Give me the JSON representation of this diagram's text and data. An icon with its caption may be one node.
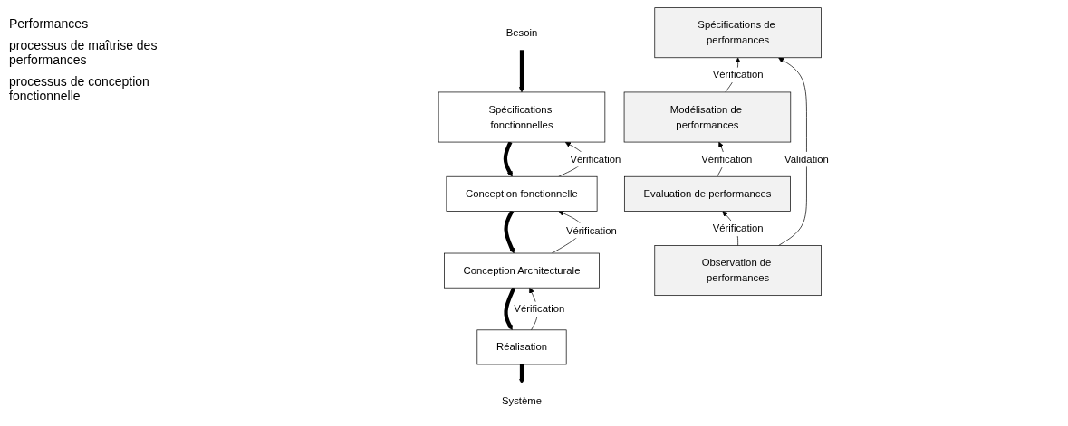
{
  "diagram": {
    "nodes": [
      {
        "text": [
          "Spécifications fonctionnelles"
        ]
      },
      {
        "text": [
          "Spécifications de performances"
        ]
      },
      {
        "text": [
          "Conception fonctionnelle"
        ]
      },
      {
        "text": [
          "Modélisation de performances"
        ]
      },
      {
        "text": [
          "Conception Architecturale"
        ]
      },
      {
        "text": [
          "Evaluation de performances"
        ]
      },
      {
        "text": [
          "Réalisation"
        ]
      },
      {
        "text": [
          "Observation de performances"
        ]
      },
      {
        "text": [
          "Besoin"
        ]
      },
      {
        "text": [
          "Système"
        ]
      }
    ],
    "edges": [
      {
        "from": 8,
        "to": 0,
        "arrow": "to",
        "style": "thick"
      },
      {
        "from": 0,
        "to": 2,
        "arrow": "to",
        "style": "thick"
      },
      {
        "from": 2,
        "to": 4,
        "arrow": "to",
        "style": "thick"
      },
      {
        "from": 4,
        "to": 6,
        "arrow": "to",
        "style": "thick"
      },
      {
        "from": 6,
        "to": 9,
        "arrow": "to",
        "style": "thick"
      },
      {
        "from": 2,
        "to": 0,
        "arrow": "to",
        "label": "Vérification"
      },
      {
        "from": 4,
        "to": 2,
        "arrow": "to",
        "label": "Vérification"
      },
      {
        "from": 6,
        "to": 4,
        "arrow": "to",
        "label": "Vérification"
      },
      {
        "from": 3,
        "to": 1,
        "arrow": "to",
        "label": "Vérification"
      },
      {
        "from": 5,
        "to": 3,
        "arrow": "to",
        "label": "Vérification"
      },
      {
        "from": 7,
        "to": 5,
        "arrow": "to",
        "label": "Vérification"
      },
      {
        "from": 7,
        "to": 1,
        "arrow": "to",
        "label": "Validation"
      }
    ],
    "labels": [
      "Performances",
      "processus de maîtrise des performances",
      "processus de conception fonctionnelle"
    ]
  }
}
